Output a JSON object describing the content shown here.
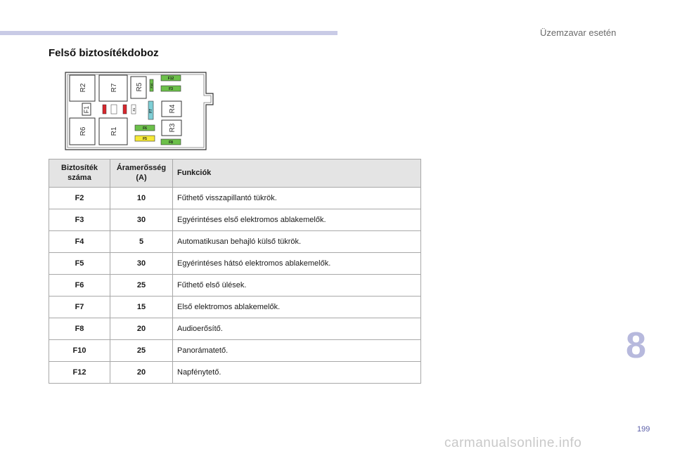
{
  "header": {
    "chapter_title": "Üzemzavar esetén"
  },
  "section": {
    "title": "Felső biztosítékdoboz"
  },
  "diagram": {
    "relays": [
      "R2",
      "R7",
      "R5",
      "R4",
      "R6",
      "R1",
      "R3"
    ],
    "fuses": [
      "F1",
      "F2",
      "F3",
      "F4",
      "F5",
      "F6",
      "F7",
      "F8",
      "F10",
      "F12"
    ],
    "colors": {
      "green": "#6cc04a",
      "yellow": "#f5e836",
      "red": "#d8262c",
      "light_blue": "#7fcfd6"
    }
  },
  "table": {
    "headers": {
      "fuse_number": "Biztosíték száma",
      "current": "Áramerősség (A)",
      "functions": "Funkciók"
    },
    "rows": [
      {
        "fuse": "F2",
        "amps": "10",
        "function": "Fűthető visszapillantó tükrök."
      },
      {
        "fuse": "F3",
        "amps": "30",
        "function": "Egyérintéses első elektromos ablakemelők."
      },
      {
        "fuse": "F4",
        "amps": "5",
        "function": "Automatikusan behajló külső tükrök."
      },
      {
        "fuse": "F5",
        "amps": "30",
        "function": "Egyérintéses hátsó elektromos ablakemelők."
      },
      {
        "fuse": "F6",
        "amps": "25",
        "function": "Fűthető első ülések."
      },
      {
        "fuse": "F7",
        "amps": "15",
        "function": "Első elektromos ablakemelők."
      },
      {
        "fuse": "F8",
        "amps": "20",
        "function": "Audioerősítő."
      },
      {
        "fuse": "F10",
        "amps": "25",
        "function": "Panorámatető."
      },
      {
        "fuse": "F12",
        "amps": "20",
        "function": "Napfénytető."
      }
    ]
  },
  "chapter_tab": "8",
  "page_number": "199",
  "watermark": "carmanualsonline.info"
}
